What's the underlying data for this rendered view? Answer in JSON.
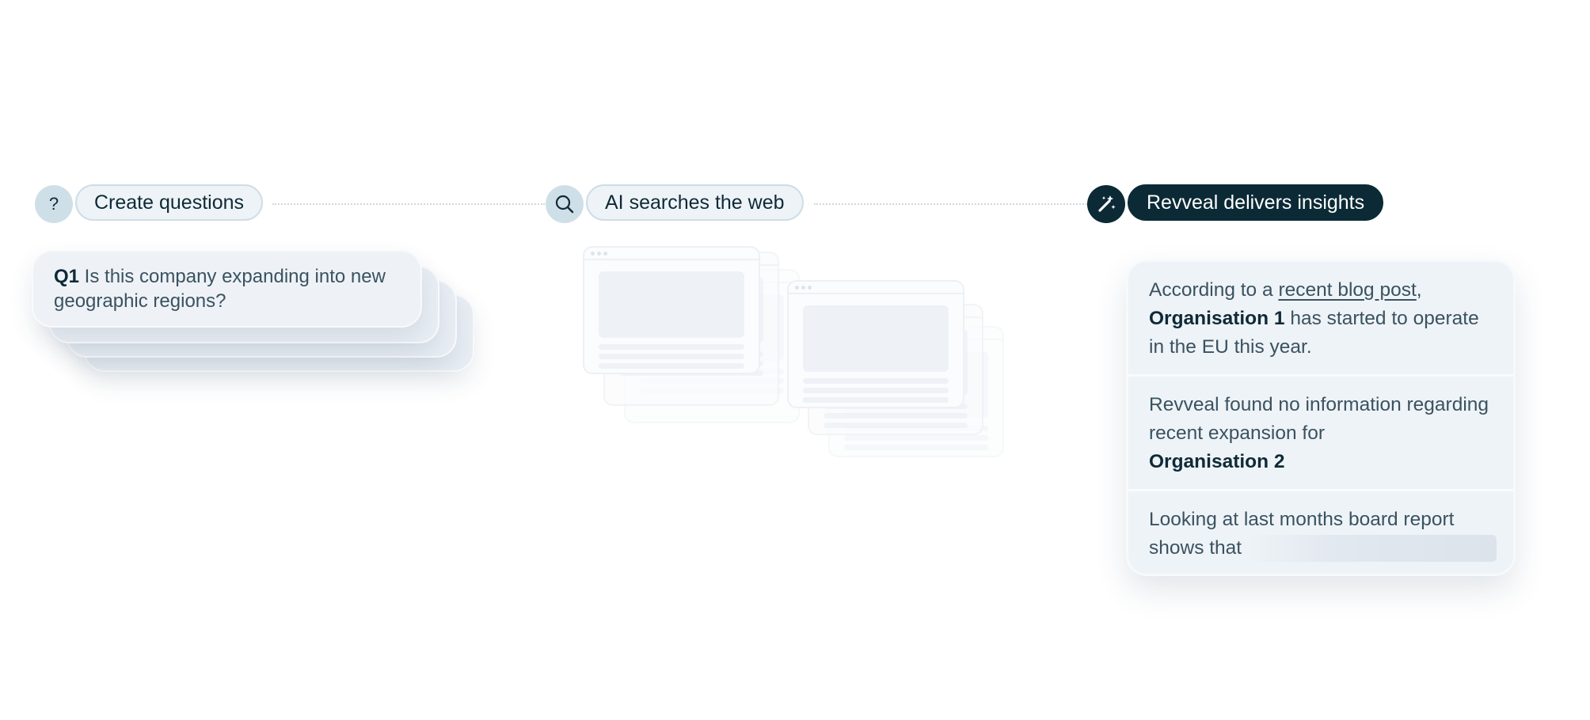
{
  "steps": [
    {
      "icon": "question-mark-icon",
      "icon_glyph": "?",
      "label": "Create questions"
    },
    {
      "icon": "search-icon",
      "label": "AI searches the web"
    },
    {
      "icon": "magic-wand-icon",
      "label": "Revveal delivers insights"
    }
  ],
  "question": {
    "prefix": "Q1",
    "text": " Is this company expanding into new geographic regions?"
  },
  "insights": [
    {
      "parts": [
        {
          "t": "According to a ",
          "s": "plain"
        },
        {
          "t": "recent blog post",
          "s": "link"
        },
        {
          "t": ", ",
          "s": "plain"
        },
        {
          "t": "Organisation 1",
          "s": "bold"
        },
        {
          "t": " has started to operate in the EU this year.",
          "s": "plain"
        }
      ]
    },
    {
      "parts": [
        {
          "t": "Revveal found no information regarding recent expansion for ",
          "s": "plain"
        },
        {
          "t": "Organisation 2",
          "s": "bold"
        }
      ]
    },
    {
      "parts": [
        {
          "t": "Looking at last months board report shows that",
          "s": "plain"
        }
      ]
    }
  ],
  "colors": {
    "accent_dark": "#0b2a36",
    "pill_bg": "#eef3f7",
    "icon_bg": "#cfdfe8",
    "card_bg": "#eef3f7"
  }
}
